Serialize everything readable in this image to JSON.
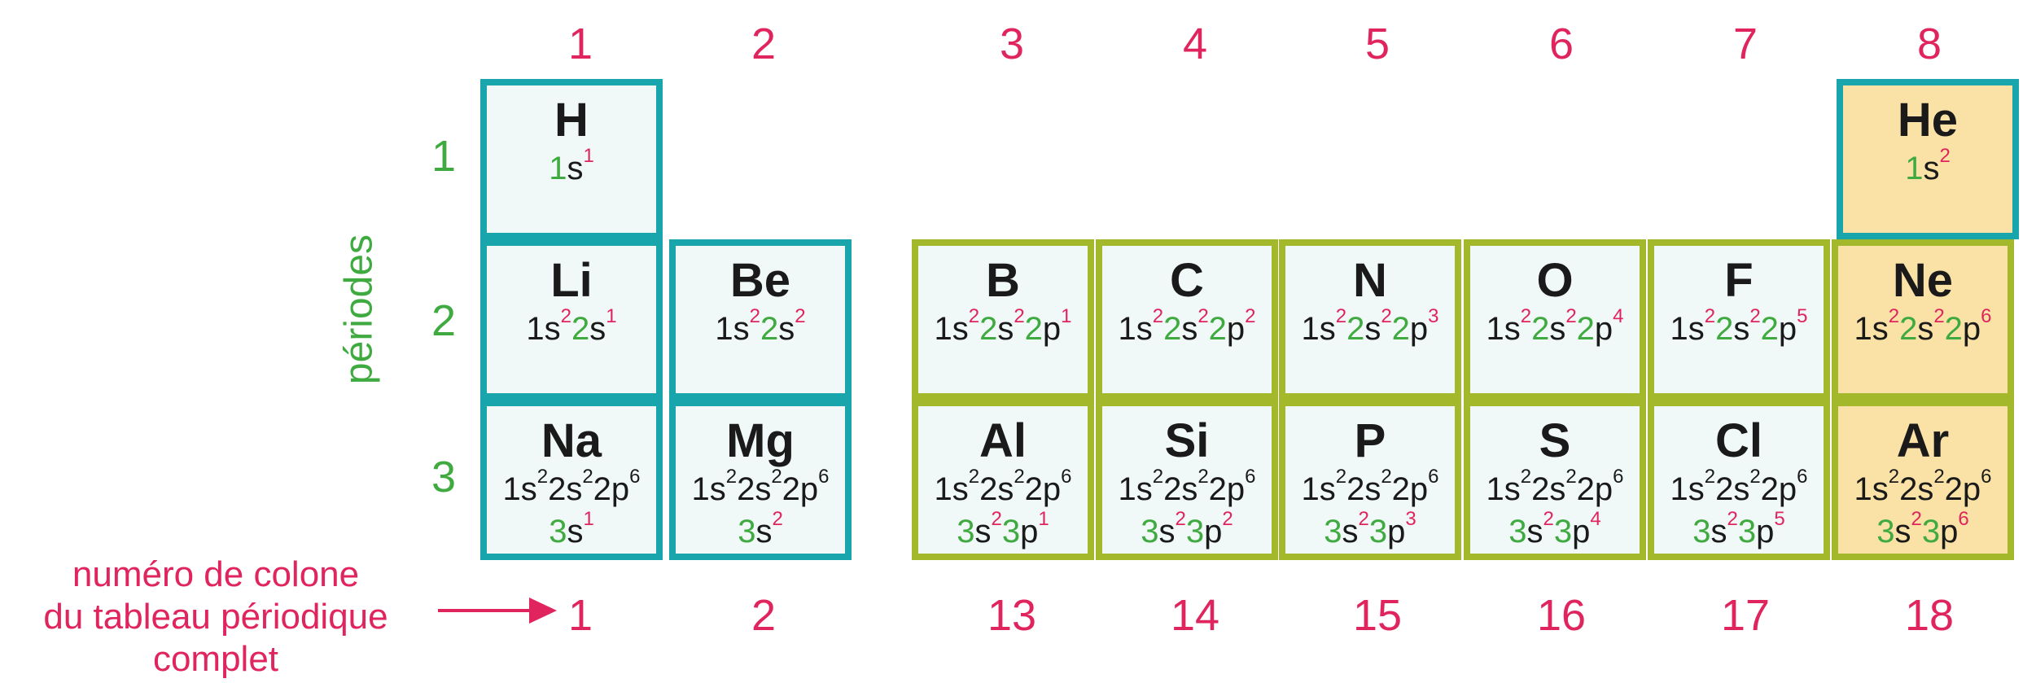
{
  "top_group_numbers": [
    "1",
    "2",
    "3",
    "4",
    "5",
    "6",
    "7",
    "8"
  ],
  "bottom_group_numbers": [
    "1",
    "2",
    "13",
    "14",
    "15",
    "16",
    "17",
    "18"
  ],
  "period_numbers": [
    "1",
    "2",
    "3"
  ],
  "periods_label": "périodes",
  "legend_lines": [
    "numéro de colone",
    "du tableau périodique",
    "complet"
  ],
  "colors": {
    "red": "#e0245e",
    "green": "#3faa3f",
    "teal_border": "#18a6ac",
    "olive_border": "#a3b82a",
    "cell_fill": "#f0f8f8",
    "noble_fill": "#fae2a6"
  },
  "elements": [
    {
      "symbol": "H",
      "config": [
        "1s1"
      ]
    },
    {
      "symbol": "He",
      "config": [
        "1s2"
      ]
    },
    {
      "symbol": "Li",
      "config": [
        "1s2 2s1"
      ]
    },
    {
      "symbol": "Be",
      "config": [
        "1s2 2s2"
      ]
    },
    {
      "symbol": "B",
      "config": [
        "1s2 2s2 2p1"
      ]
    },
    {
      "symbol": "C",
      "config": [
        "1s2 2s2 2p2"
      ]
    },
    {
      "symbol": "N",
      "config": [
        "1s2 2s2 2p3"
      ]
    },
    {
      "symbol": "O",
      "config": [
        "1s2 2s2 2p4"
      ]
    },
    {
      "symbol": "F",
      "config": [
        "1s2 2s2 2p5"
      ]
    },
    {
      "symbol": "Ne",
      "config": [
        "1s2 2s2 2p6"
      ]
    },
    {
      "symbol": "Na",
      "config": [
        "1s2 2s2 2p6",
        "3s1"
      ]
    },
    {
      "symbol": "Mg",
      "config": [
        "1s2 2s2 2p6",
        "3s2"
      ]
    },
    {
      "symbol": "Al",
      "config": [
        "1s2 2s2 2p6",
        "3s2 3p1"
      ]
    },
    {
      "symbol": "Si",
      "config": [
        "1s2 2s2 2p6",
        "3s2 3p2"
      ]
    },
    {
      "symbol": "P",
      "config": [
        "1s2 2s2 2p6",
        "3s2 3p3"
      ]
    },
    {
      "symbol": "S",
      "config": [
        "1s2 2s2 2p6",
        "3s2 3p4"
      ]
    },
    {
      "symbol": "Cl",
      "config": [
        "1s2 2s2 2p6",
        "3s2 3p5"
      ]
    },
    {
      "symbol": "Ar",
      "config": [
        "1s2 2s2 2p6",
        "3s2 3p6"
      ]
    }
  ]
}
